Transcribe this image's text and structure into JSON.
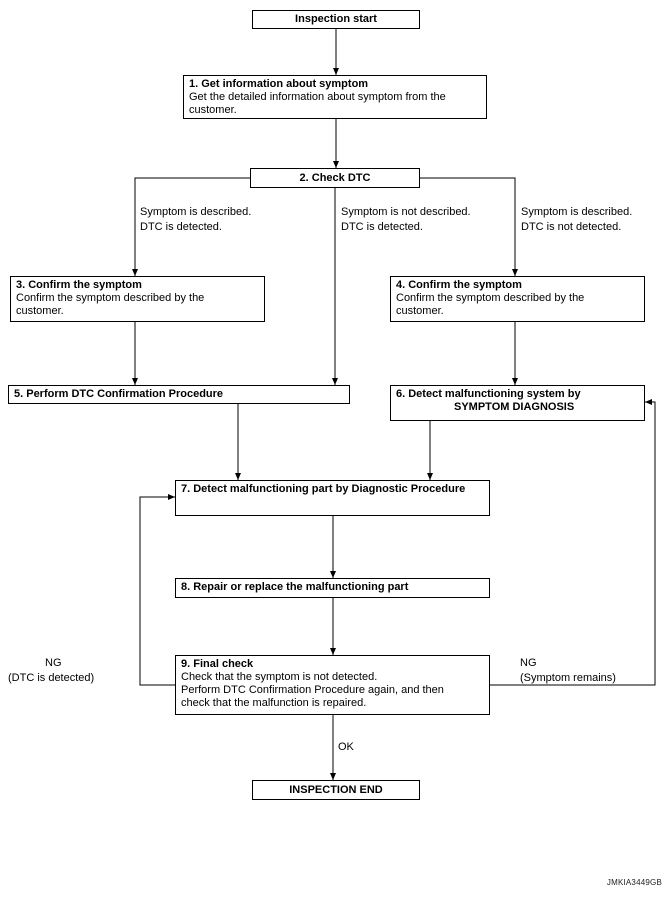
{
  "diagram": {
    "start": {
      "label": "Inspection start"
    },
    "end": {
      "label": "INSPECTION END"
    },
    "steps": [
      {
        "title": "1. Get information about symptom",
        "body": "Get the detailed information about symptom from the customer."
      },
      {
        "title": "2. Check DTC"
      },
      {
        "title": "3. Confirm the symptom",
        "body": "Confirm the symptom described by the customer."
      },
      {
        "title": "4. Confirm the symptom",
        "body": "Confirm the symptom described by the customer."
      },
      {
        "title": "5. Perform DTC Confirmation Procedure"
      },
      {
        "title": "6. Detect malfunctioning system by",
        "title2": "SYMPTOM DIAGNOSIS"
      },
      {
        "title": "7. Detect malfunctioning part by Diagnostic Procedure"
      },
      {
        "title": "8. Repair or replace the malfunctioning part"
      },
      {
        "title": "9. Final check",
        "body": "Check that the symptom is not detected.\nPerform DTC Confirmation Procedure again, and then\ncheck that the malfunction is repaired."
      }
    ],
    "branches": [
      {
        "line1": "Symptom is described.",
        "line2": "DTC is detected."
      },
      {
        "line1": "Symptom is not described.",
        "line2": "DTC is detected."
      },
      {
        "line1": "Symptom is described.",
        "line2": "DTC is not detected."
      }
    ],
    "loops": {
      "left": {
        "result": "NG",
        "detail": "(DTC is detected)"
      },
      "right": {
        "result": "NG",
        "detail": "(Symptom remains)"
      },
      "ok": "OK"
    },
    "watermark": "JMKIA3449GB"
  }
}
